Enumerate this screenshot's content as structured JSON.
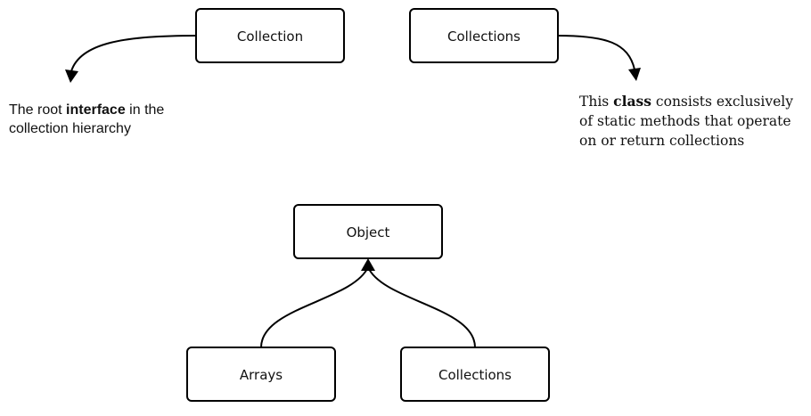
{
  "nodes": {
    "collection": "Collection",
    "collections_top": "Collections",
    "object": "Object",
    "arrays": "Arrays",
    "collections_bottom": "Collections"
  },
  "notes": {
    "collection": {
      "before": "The root ",
      "bold": "interface",
      "after": " in the collection hierarchy"
    },
    "collections": {
      "before": "This ",
      "bold": "class",
      "after": " consists exclusively of static methods that operate on or return collections"
    }
  }
}
